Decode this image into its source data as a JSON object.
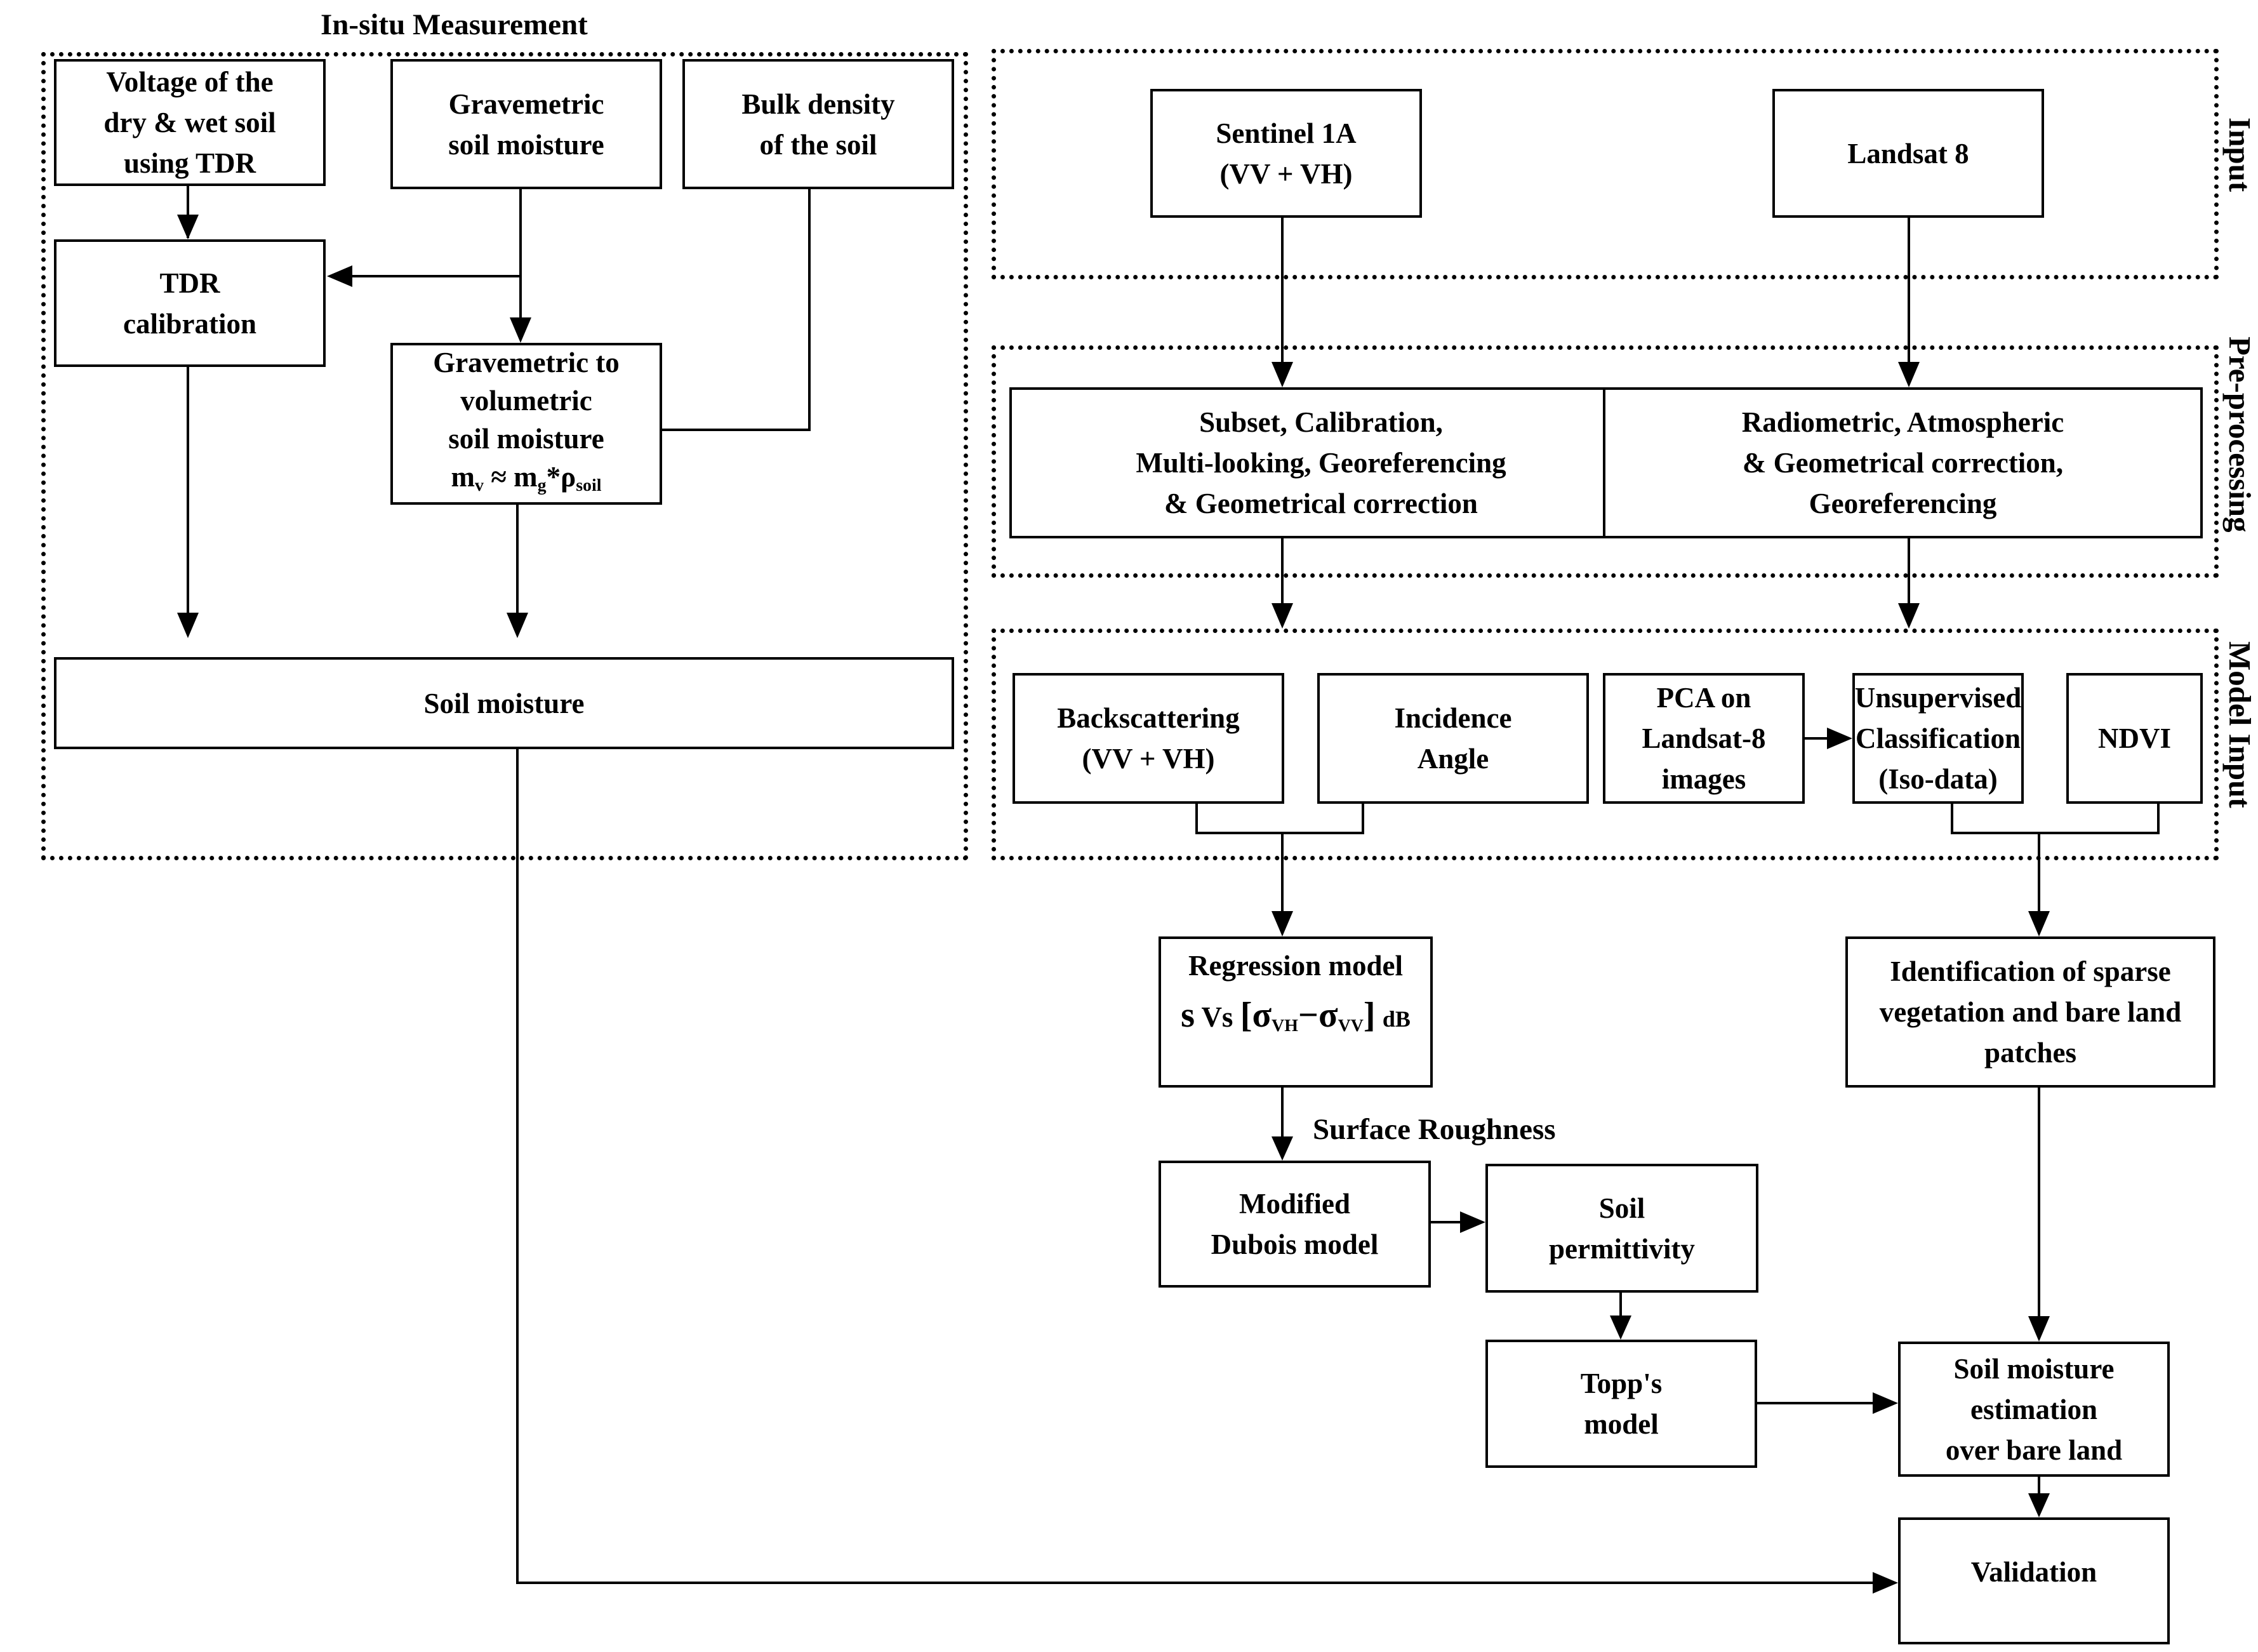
{
  "groups": {
    "insitu": "In-situ Measurement",
    "input": "Input",
    "preprocessing": "Pre-processing",
    "model_input": "Model Input"
  },
  "boxes": {
    "voltage": [
      "Voltage of the",
      "dry & wet soil",
      "using TDR"
    ],
    "grav": [
      "Gravemetric",
      "soil moisture"
    ],
    "bulk": [
      "Bulk density",
      "of the soil"
    ],
    "tdr_cal": [
      "TDR",
      "calibration"
    ],
    "grav_vol": [
      "Gravemetric to",
      "volumetric",
      "soil moisture"
    ],
    "grav_vol_formula": {
      "m": "m",
      "v": "v",
      "approx": " ≈ m",
      "g": "g",
      "star": "*ρ",
      "soil": "soil"
    },
    "soil_moisture": "Soil moisture",
    "sentinel": [
      "Sentinel 1A",
      "(VV + VH)"
    ],
    "landsat": "Landsat 8",
    "s1_pre": [
      "Subset, Calibration,",
      "Multi-looking, Georeferencing",
      "& Geometrical correction"
    ],
    "l8_pre": [
      "Radiometric, Atmospheric",
      "& Geometrical correction,",
      "Georeferencing"
    ],
    "backscatter": [
      "Backscattering",
      "(VV + VH)"
    ],
    "incidence": [
      "Incidence",
      "Angle"
    ],
    "pca": [
      "PCA on",
      "Landsat-8",
      "images"
    ],
    "unsup": [
      "Unsupervised",
      "Classification",
      "(Iso-data)"
    ],
    "ndvi": "NDVI",
    "regression": "Regression model",
    "regression_formula": {
      "s": "s",
      "vs": "Vs",
      "lbr": "[",
      "sig1": "σ",
      "vh": "VH",
      "minus": "−",
      "sig2": "σ",
      "vv": "VV",
      "rbr": "]",
      "db": "dB"
    },
    "surface_roughness": "Surface Roughness",
    "dubois": [
      "Modified",
      "Dubois model"
    ],
    "permittivity": [
      "Soil",
      "permittivity"
    ],
    "topp": [
      "Topp's",
      "model"
    ],
    "sparse": [
      "Identification of sparse",
      "vegetation and bare land",
      "patches"
    ],
    "sm_est": [
      "Soil moisture",
      "estimation",
      "over bare land"
    ],
    "validation": "Validation"
  }
}
